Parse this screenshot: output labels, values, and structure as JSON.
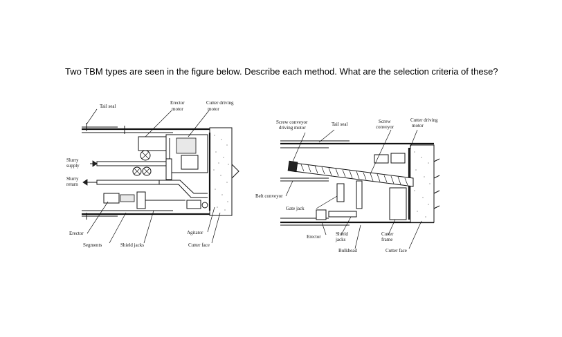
{
  "question": "Two TBM types are seen in the figure below. Describe each method. What are the selection criteria of these?",
  "figure_left": {
    "labels": {
      "tail_seal": "Tail seal",
      "erector_motor_1": "Erector",
      "erector_motor_2": "motor",
      "cutter_driving_motor_1": "Cutter driving",
      "cutter_driving_motor_2": "motor",
      "slurry_supply_1": "Slurry",
      "slurry_supply_2": "supply",
      "slurry_return_1": "Slurry",
      "slurry_return_2": "return",
      "erector": "Erector",
      "segments": "Segments",
      "shield_jacks": "Shield jacks",
      "agitator": "Agitator",
      "cutter_face": "Cutter face"
    }
  },
  "figure_right": {
    "labels": {
      "screw_conveyor_driving_motor_1": "Screw conveyor",
      "screw_conveyor_driving_motor_2": "driving motor",
      "tail_seal": "Tail seal",
      "screw_conveyor_1": "Screw",
      "screw_conveyor_2": "conveyor",
      "cutter_driving_motor_1": "Cutter driving",
      "cutter_driving_motor_2": "motor",
      "belt_conveyor": "Belt conveyor",
      "gate_jack": "Gate jack",
      "erector": "Erector",
      "shield_jacks_1": "Shield",
      "shield_jacks_2": "jacks",
      "cutter_frame_1": "Cutter",
      "cutter_frame_2": "frame",
      "bulkhead": "Bulkhead",
      "cutter_face": "Cutter face"
    }
  }
}
